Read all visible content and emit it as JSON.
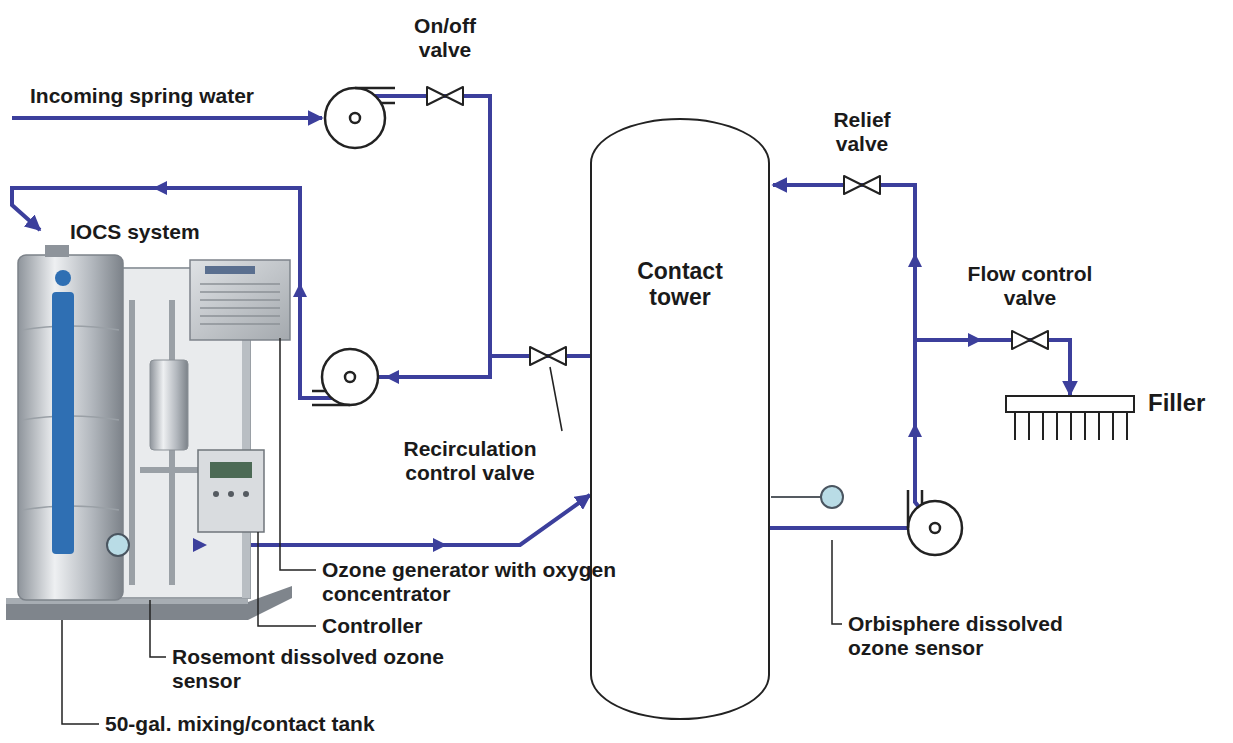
{
  "diagram": {
    "nodes": [
      {
        "text": [
          "IOCS system"
        ]
      },
      {
        "text": [
          "Contact tower"
        ]
      },
      {
        "text": [
          "Filler"
        ]
      }
    ],
    "edges": [
      {
        "from": 0,
        "to": 1,
        "arrow": "to"
      },
      {
        "from": 1,
        "to": 0,
        "arrow": "to"
      },
      {
        "from": 1,
        "to": 2,
        "arrow": "to"
      }
    ],
    "labels": [
      "Incoming spring water",
      "On/off valve",
      "Relief valve",
      "Flow control valve",
      "Recirculation control valve",
      "Ozone generator with oxygen concentrator",
      "Controller",
      "Rosemont dissolved ozone sensor",
      "Orbisphere dissolved ozone sensor",
      "50-gal. mixing/contact tank"
    ]
  }
}
